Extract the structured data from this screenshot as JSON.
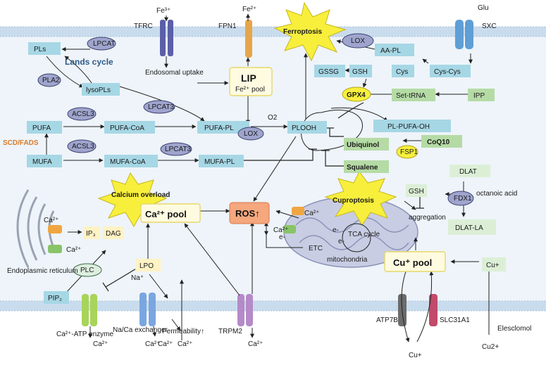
{
  "nodes": {
    "fe3": "Fe³⁺",
    "fe2_top": "Fe²⁺",
    "tfrc": "TFRC",
    "fpn1": "FPN1",
    "ferroptosis": "Ferroptosis",
    "glu": "Glu",
    "sxc": "SXC",
    "pls": "PLs",
    "lpcat": "LPCAT",
    "lands_cycle": "Lands cycle",
    "pla2": "PLA2",
    "lysopls": "lysoPLs",
    "endosomal_uptake": "Endosomal uptake",
    "lip": "LIP",
    "fe2_pool": "Fe²⁺ pool",
    "lox_top": "LOX",
    "aa_pl": "AA-PL",
    "gssg": "GSSG",
    "gsh_top": "GSH",
    "cys": "Cys",
    "cys_cys": "Cys-Cys",
    "gpx4": "GPX4",
    "set_trna": "Set-tRNA",
    "ipp": "IPP",
    "acsl3_top": "ACSL3",
    "lpcat3_top": "LPCAT3",
    "o2": "O2",
    "pufa": "PUFA",
    "pufa_coa": "PUFA-CoA",
    "pufa_pl": "PUFA-PL",
    "lox_mid": "LOX",
    "plooh": "PLOOH",
    "pl_pufa_oh": "PL-PUFA-OH",
    "scd_fads": "SCD/FADS",
    "ubiquinol": "Ubiquinol",
    "coq10": "CoQ10",
    "fsp1": "FSP1",
    "acsl3_bot": "ACSL3",
    "lpcat3_bot": "LPCAT3",
    "mufa": "MUFA",
    "mufa_coa": "MUFA-CoA",
    "mufa_pl": "MUFA-PL",
    "squalene": "Squalene",
    "dlat": "DLAT",
    "calcium_overload": "Calcium overload",
    "gsh_mid": "GSH",
    "fdx1": "FDX1",
    "octanoic_acid": "octanoic acid",
    "cuproptosis": "Cuproptosis",
    "aggregation": "aggregation",
    "dlat_la": "DLAT-LA",
    "ca_pool": "Ca²⁺ pool",
    "ros": "ROS↑",
    "tca_cycle": "TCA cycle",
    "e_minus_1": "e-",
    "e_minus_2": "e-",
    "e_minus_3": "e-",
    "etc": "ETC",
    "mitochondria": "mitochondria",
    "cu_pool": "Cu⁺ pool",
    "cu_plus_right": "Cu+",
    "ca_er_1": "Ca²⁺",
    "ca_er_2": "Ca²⁺",
    "ip3": "IP₃",
    "dag": "DAG",
    "er": "Endoplasmic reticulum",
    "plc": "PLC",
    "lpo": "LPO",
    "na": "Na⁺",
    "pip2": "PIP₂",
    "ca_atp": "Ca²⁺-ATP enzyme",
    "ca_atp_out": "Ca²⁺",
    "na_ca": "Na/Ca exchanger",
    "ca_nca_1": "Ca²⁺",
    "ca_nca_2": "Ca²⁺",
    "permeability": "Permeability↑",
    "ca_perm": "Ca²⁺",
    "trpm2": "TRPM2",
    "ca_trpm2": "Ca²⁺",
    "ca_mito_1": "Ca²⁺",
    "ca_mito_2": "Ca²⁺",
    "atp7b": "ATP7B",
    "slc31a1": "SLC31A1",
    "cu_plus_bottom": "Cu+",
    "elesclomol": "Elesclomol",
    "cu2": "Cu2+"
  },
  "colors": {
    "membrane": "#c9dced",
    "cytoplasm": "#eef4f9",
    "burst": "#f7ef3c",
    "ros": "#f5a77d",
    "scd_text": "#d87a2c",
    "lands_text": "#2e5a8a"
  }
}
